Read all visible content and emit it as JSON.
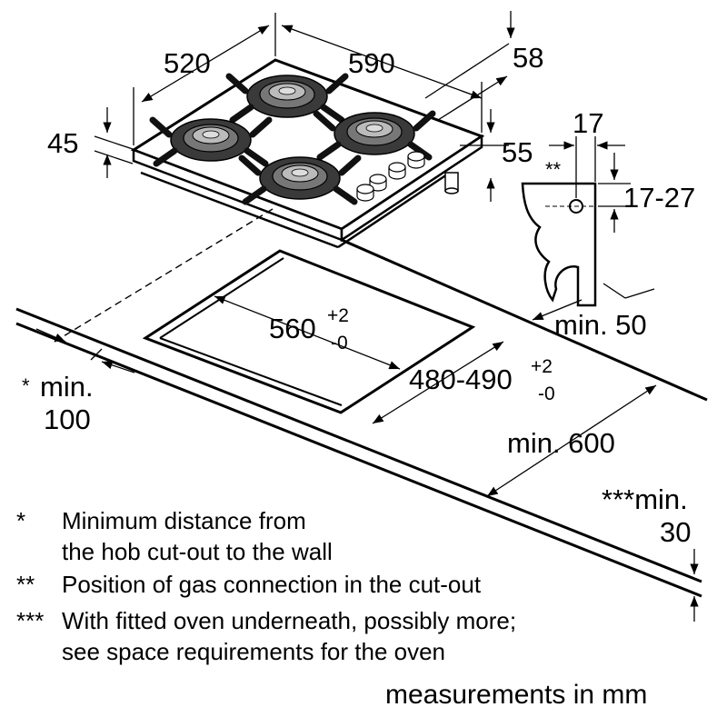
{
  "hob": {
    "width": "520",
    "depth": "590",
    "depth_to_knobs": "58",
    "height": "45",
    "below_surface": "55"
  },
  "bracket": {
    "gas_offset": "17",
    "gas_marker": "**",
    "gas_height": "17-27",
    "min_edge": "min. 50"
  },
  "cutout": {
    "width_base": "560",
    "width_tol_plus": "+2",
    "width_tol_minus": "-0",
    "depth_base": "480-490",
    "depth_tol_plus": "+2",
    "depth_tol_minus": "-0"
  },
  "worktop": {
    "wall_marker": "*",
    "wall_label": "min.",
    "wall_value": "100",
    "depth": "min. 600",
    "oven_label": "***min.",
    "oven_value": "30"
  },
  "notes": [
    {
      "marker": "*",
      "lines": [
        "Minimum distance from",
        "the hob cut-out to the wall"
      ]
    },
    {
      "marker": "**",
      "lines": [
        "Position of gas connection in the cut-out"
      ]
    },
    {
      "marker": "***",
      "lines": [
        "With fitted oven underneath, possibly more;",
        "see space requirements for the oven"
      ]
    }
  ],
  "units": "measurements in mm"
}
